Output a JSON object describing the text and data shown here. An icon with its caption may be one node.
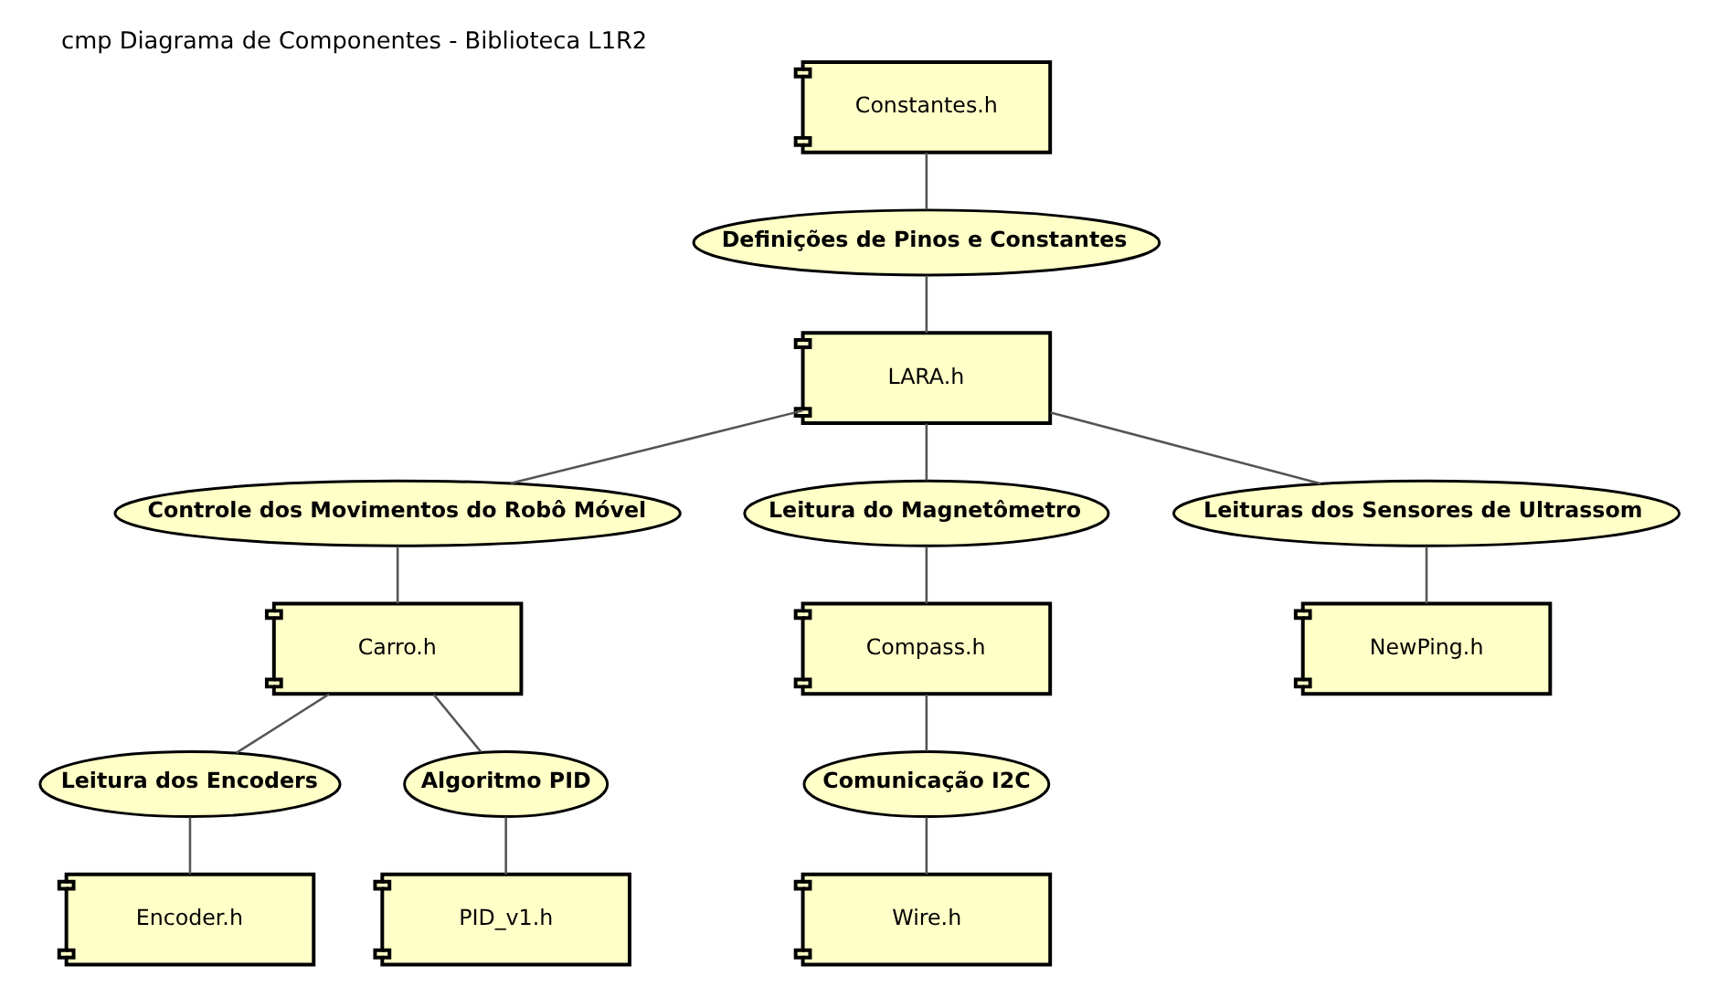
{
  "diagram": {
    "title": "cmp Diagrama de Componentes - Biblioteca L1R2",
    "nodes": [
      {
        "text": [
          "Constantes.h"
        ]
      },
      {
        "text": [
          "LARA.h"
        ]
      },
      {
        "text": [
          "Carro.h"
        ]
      },
      {
        "text": [
          "Compass.h"
        ]
      },
      {
        "text": [
          "Encoder.h"
        ]
      },
      {
        "text": [
          "NewPing.h"
        ]
      },
      {
        "text": [
          "PID_v1.h"
        ]
      },
      {
        "text": [
          "Wire.h"
        ]
      },
      {
        "text": [
          "Definições de Pinos e Constantes"
        ]
      },
      {
        "text": [
          "Controle dos Movimentos do Robô Móvel"
        ]
      },
      {
        "text": [
          "Leitura do Magnetômetro"
        ]
      },
      {
        "text": [
          "Leitura dos Encoders"
        ]
      },
      {
        "text": [
          "Leituras dos Sensores de Ultrassom"
        ]
      },
      {
        "text": [
          "Algoritmo PID"
        ]
      },
      {
        "text": [
          "Comunicação I2C"
        ]
      }
    ],
    "edges": [
      {
        "from": 0,
        "to": 8,
        "arrow": "none"
      },
      {
        "from": 8,
        "to": 1,
        "arrow": "none"
      },
      {
        "from": 1,
        "to": 9,
        "arrow": "none"
      },
      {
        "from": 9,
        "to": 2,
        "arrow": "none"
      },
      {
        "from": 1,
        "to": 10,
        "arrow": "none"
      },
      {
        "from": 10,
        "to": 3,
        "arrow": "none"
      },
      {
        "from": 2,
        "to": 11,
        "arrow": "none"
      },
      {
        "from": 11,
        "to": 4,
        "arrow": "none"
      },
      {
        "from": 1,
        "to": 12,
        "arrow": "none"
      },
      {
        "from": 12,
        "to": 5,
        "arrow": "none"
      },
      {
        "from": 2,
        "to": 13,
        "arrow": "none"
      },
      {
        "from": 13,
        "to": 6,
        "arrow": "none"
      },
      {
        "from": 3,
        "to": 14,
        "arrow": "none"
      },
      {
        "from": 14,
        "to": 7,
        "arrow": "none"
      }
    ]
  }
}
